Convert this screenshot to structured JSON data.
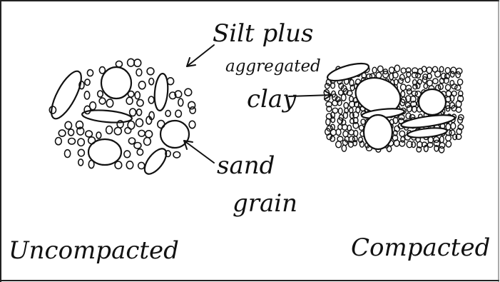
{
  "diagram": {
    "labels": {
      "silt_plus_line1": "Silt plus",
      "silt_plus_line2": "aggregated",
      "silt_plus_line3": "clay",
      "sand_line1": "sand",
      "sand_line2": "grain",
      "uncompacted": "Uncompacted",
      "compacted": "Compacted"
    },
    "colors": {
      "ink": "#111111",
      "paper": "#ffffff"
    }
  }
}
